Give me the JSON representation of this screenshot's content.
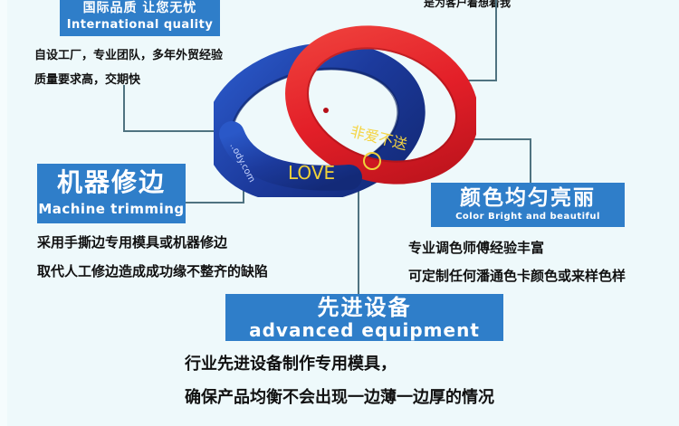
{
  "top_right_caption": "是为客户着想着我",
  "international_quality": {
    "title_zh": "国际品质 让您无忧",
    "title_en": "International quality",
    "line1": "自设工厂，专业团队，多年外贸经验",
    "line2": "质量要求高，交期快"
  },
  "machine_trimming": {
    "title_zh": "机器修边",
    "title_en": "Machine trimming",
    "line1": "采用手撕边专用模具或机器修边",
    "line2": "取代人工修边造成成功缘不整齐的缺陷"
  },
  "color_bright": {
    "title_zh": "颜色均匀亮丽",
    "title_en": "Color Bright and beautiful",
    "line1": "专业调色师傅经验丰富",
    "line2": "可定制任何潘通色卡颜色或来样色样"
  },
  "advanced_equipment": {
    "title_zh": "先进设备",
    "title_en": "advanced equipment",
    "line1": "行业先进设备制作专用模具，",
    "line2": "确保产品均衡不会出现一边薄一边厚的情况"
  },
  "product": {
    "blue_band_text": "LOVE",
    "blue_band_side_text": "..ody.com",
    "red_band_text": "非爱不送",
    "colors": {
      "blue": "#1d3fa6",
      "red": "#e8202a",
      "gold": "#f0d23a",
      "label_blue": "#2f7ec9"
    }
  }
}
